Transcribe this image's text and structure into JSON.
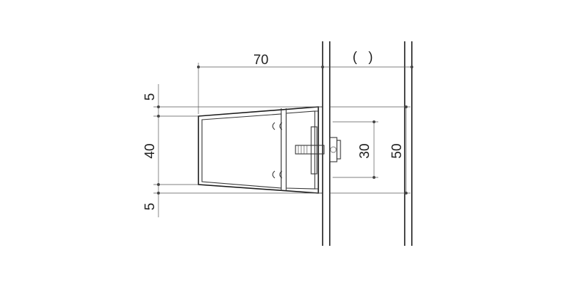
{
  "drawing": {
    "dimensions": {
      "width_70": "70",
      "gap_label": "(   )",
      "flange_top": "5",
      "body_height": "40",
      "flange_bottom": "5",
      "bolt_spacing": "30",
      "total_height": "50"
    },
    "colors": {
      "line": "#1a1a1a",
      "dim_line": "#555555",
      "background": "#ffffff"
    }
  }
}
